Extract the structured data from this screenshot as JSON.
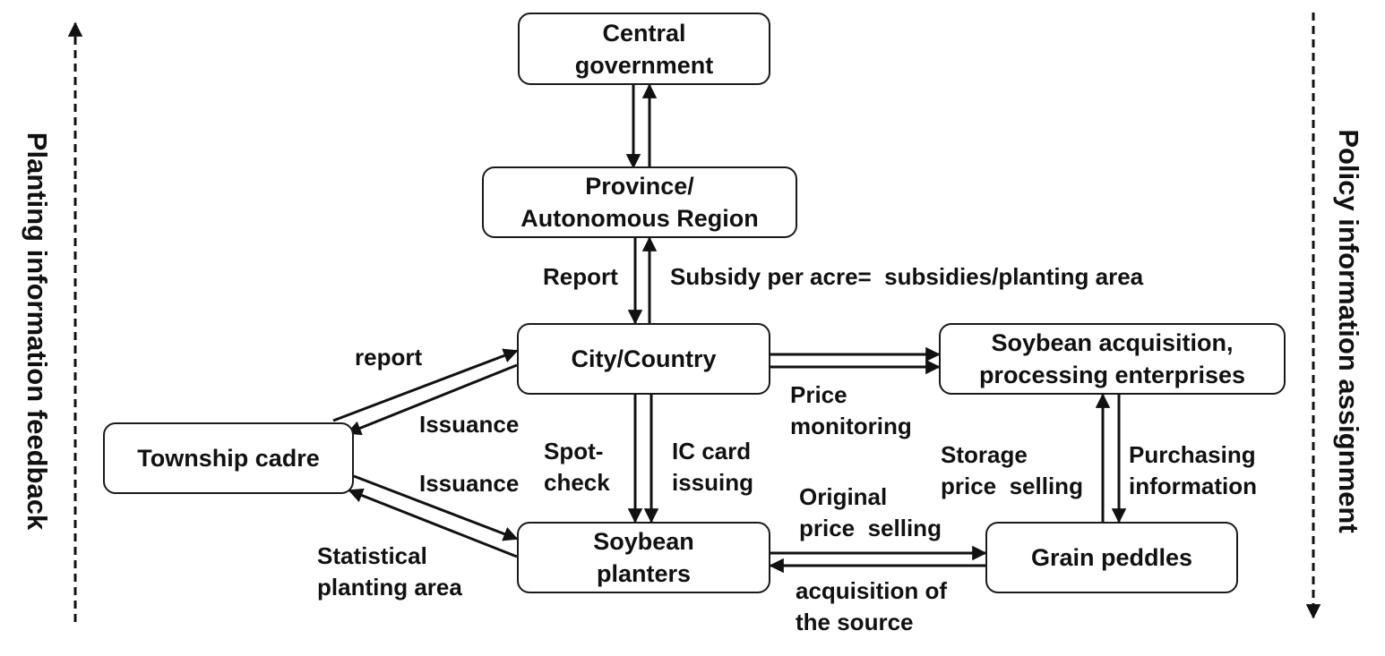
{
  "nodes": {
    "central": "Central\ngovernment",
    "province": "Province/\nAutonomous Region",
    "city": "City/Country",
    "township": "Township cadre",
    "planters": "Soybean\nplanters",
    "enterprises": "Soybean acquisition,\nprocessing enterprises",
    "peddles": "Grain peddles"
  },
  "labels": {
    "report_prov": "Report",
    "subsidy": "Subsidy per acre=  subsidies/planting area",
    "report_city": "report",
    "issuance_1": "Issuance",
    "issuance_2": "Issuance",
    "spot_check": "Spot-\ncheck",
    "ic_card": "IC card\nissuing",
    "price_monitoring": "Price\nmonitoring",
    "storage_price": "Storage\nprice  selling",
    "purchasing_info": "Purchasing\ninformation",
    "original_price": "Original\nprice  selling",
    "acquisition_source": "acquisition of\nthe source",
    "statistical_area": "Statistical\nplanting area"
  },
  "side_labels": {
    "left": "Planting information feedback",
    "right": "Policy information assignment"
  }
}
